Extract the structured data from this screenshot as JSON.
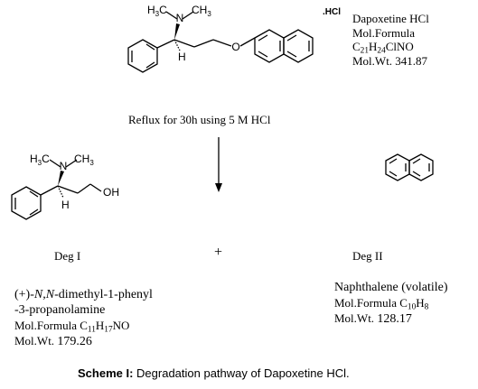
{
  "dapoxetine": {
    "structure": {
      "n_label": "N",
      "methyl_left": "H3C",
      "methyl_right": "CH3",
      "h_label": "H",
      "o_label": "O",
      "salt": ".HCl"
    },
    "name": "Dapoxetine HCl",
    "formula_label": "Mol.Formula",
    "formula_c": "C",
    "formula_c_count": "21",
    "formula_h": "H",
    "formula_h_count": "24",
    "formula_rest": "ClNO",
    "molwt": "Mol.Wt. 341.87"
  },
  "reaction": {
    "condition": "Reflux for 30h using 5 M HCl",
    "plus": "+"
  },
  "deg1": {
    "structure": {
      "n_label": "N",
      "methyl_left": "H3C",
      "methyl_right": "CH3",
      "h_label": "H",
      "oh_label": "OH"
    },
    "label": "Deg I",
    "name_prefix": "(+)-",
    "name_italic": "N,N",
    "name_rest": "-dimethyl-1-phenyl",
    "name_line2": "-3-propanolamine",
    "formula_label": "Mol.Formula C",
    "formula_c_count": "11",
    "formula_h": "H",
    "formula_h_count": "17",
    "formula_rest": "NO",
    "molwt_label": "Mol.Wt.",
    "molwt_value": "179.26"
  },
  "deg2": {
    "label": "Deg II",
    "name": "Naphthalene  (volatile)",
    "formula_label": "Mol.Formula C",
    "formula_c_count": "10",
    "formula_h": "H",
    "formula_h_count": "8",
    "molwt_label": "Mol.Wt.",
    "molwt_value": "128.17"
  },
  "caption": {
    "bold": "Scheme I:",
    "text": " Degradation pathway of Dapoxetine HCl."
  }
}
